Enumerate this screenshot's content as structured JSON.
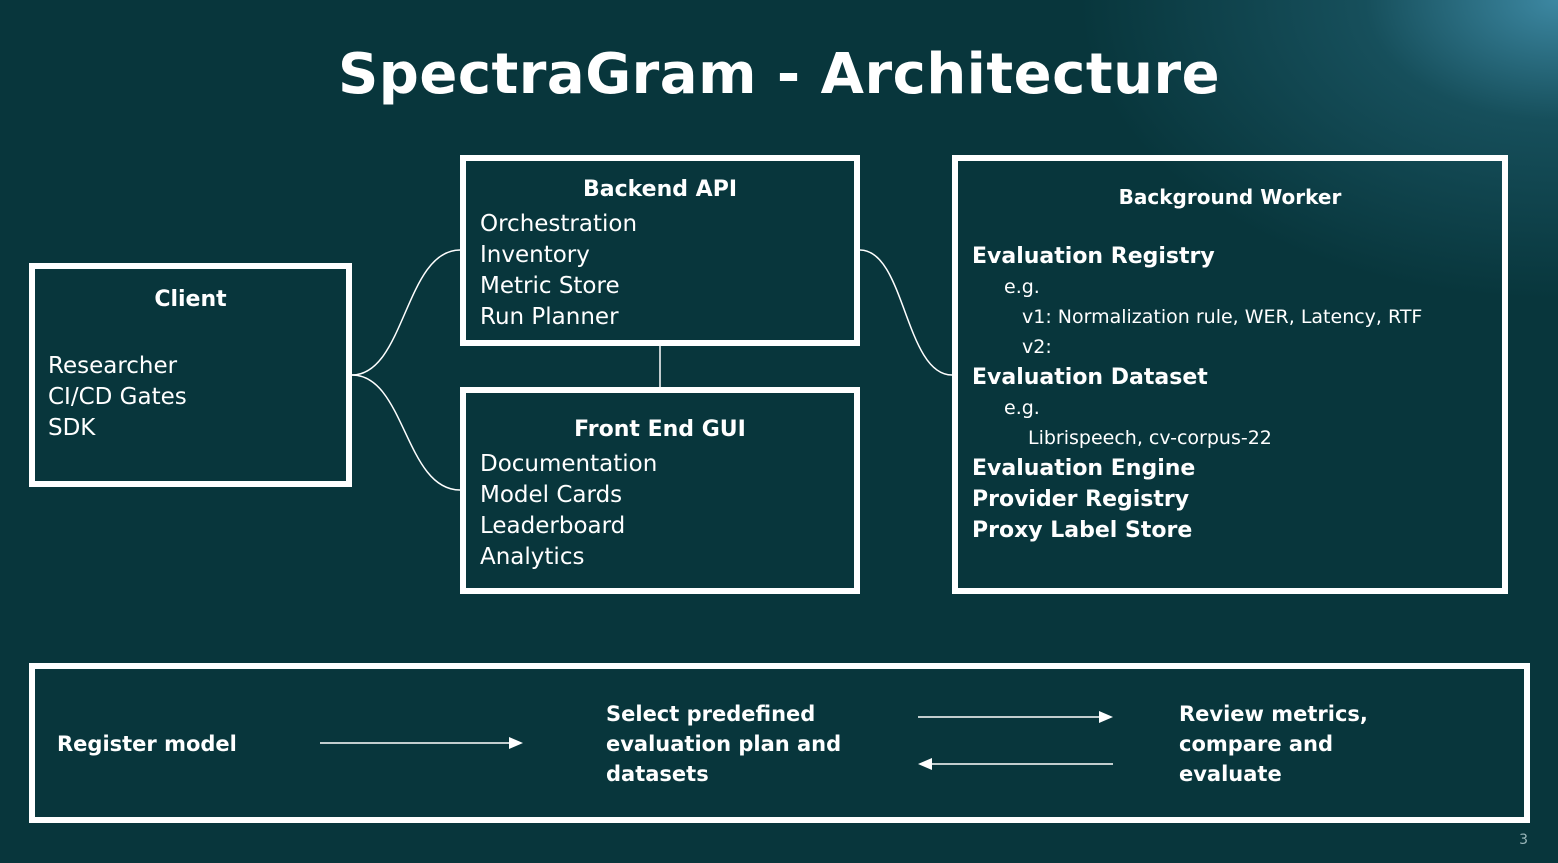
{
  "title": "SpectraGram - Architecture",
  "client": {
    "title": "Client",
    "items": [
      "Researcher",
      "CI/CD Gates",
      "SDK"
    ]
  },
  "backend": {
    "title": "Backend API",
    "items": [
      "Orchestration",
      "Inventory",
      "Metric Store",
      "Run Planner"
    ]
  },
  "frontend": {
    "title": "Front End GUI",
    "items": [
      "Documentation",
      "Model Cards",
      "Leaderboard",
      "Analytics"
    ]
  },
  "worker": {
    "title": "Background Worker",
    "eval_registry": "Evaluation Registry",
    "eg1": "e.g.",
    "v1": "v1: Normalization rule, WER, Latency, RTF",
    "v2": "v2:",
    "eval_dataset": "Evaluation Dataset",
    "eg2": "e.g.",
    "datasets": "Librispeech, cv-corpus-22",
    "eval_engine": "Evaluation Engine",
    "provider_registry": "Provider Registry",
    "proxy_label_store": "Proxy Label Store"
  },
  "flow": {
    "step1": "Register model",
    "step2": [
      "Select predefined",
      "evaluation plan and",
      "datasets"
    ],
    "step3": [
      "Review metrics,",
      "compare and",
      "evaluate"
    ]
  },
  "page_number": "3",
  "colors": {
    "background": "#08363c",
    "foreground": "#ffffff",
    "glow": "#4696b4"
  }
}
